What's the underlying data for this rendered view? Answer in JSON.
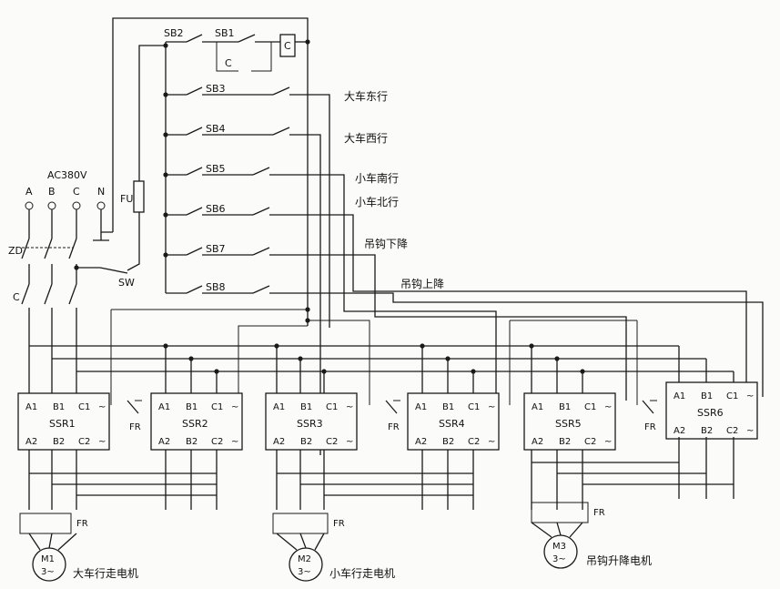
{
  "supply": {
    "voltage": "AC380V",
    "phase_a": "A",
    "phase_b": "B",
    "phase_c": "C",
    "neutral": "N"
  },
  "labels": {
    "fuse": "FU",
    "switch": "SW",
    "breaker": "ZD",
    "contactor_main": "C",
    "contactor_coil": "C",
    "contactor_hold": "C",
    "sb1": "SB1",
    "sb2": "SB2",
    "sb3": "SB3",
    "sb4": "SB4",
    "sb5": "SB5",
    "sb6": "SB6",
    "sb7": "SB7",
    "sb8": "SB8",
    "fr": "FR"
  },
  "functions": {
    "crane_east": "大车东行",
    "crane_west": "大车西行",
    "trolley_south": "小车南行",
    "trolley_north": "小车北行",
    "hook_down": "吊钩下降",
    "hook_up": "吊钩上降"
  },
  "ssr_terms": {
    "a1": "A1",
    "b1": "B1",
    "c1": "C1",
    "a2": "A2",
    "b2": "B2",
    "c2": "C2",
    "tilde": "~"
  },
  "ssrs": [
    "SSR1",
    "SSR2",
    "SSR3",
    "SSR4",
    "SSR5",
    "SSR6"
  ],
  "motors": [
    {
      "id": "M1",
      "phase": "3~",
      "name": "大车行走电机"
    },
    {
      "id": "M2",
      "phase": "3~",
      "name": "小车行走电机"
    },
    {
      "id": "M3",
      "phase": "3~",
      "name": "吊钩升降电机"
    }
  ]
}
